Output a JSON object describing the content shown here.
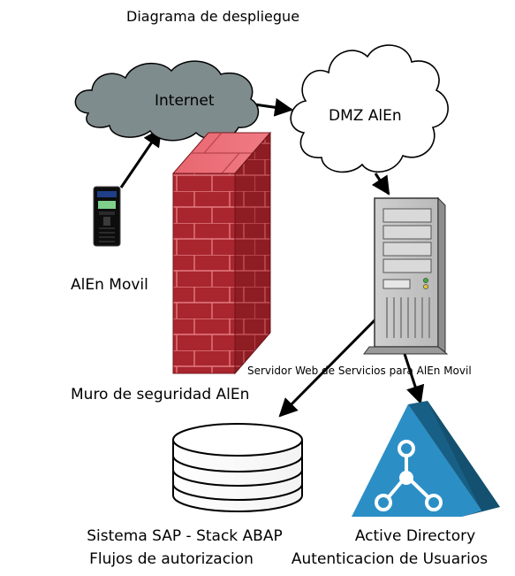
{
  "title": "Diagrama de despliegue",
  "nodes": {
    "internet": {
      "label": "Internet",
      "icon": "cloud-icon",
      "color": "#7f8c8d"
    },
    "dmz": {
      "label": "DMZ AlEn",
      "icon": "cloud-outline-icon"
    },
    "mobile": {
      "label": "AlEn Movil",
      "icon": "mobile-device-icon"
    },
    "firewall": {
      "label": "Muro de seguridad AlEn",
      "icon": "brick-wall-icon",
      "color": "#a3282f"
    },
    "web_server": {
      "label": "Servidor Web de Servicios para AlEn Movil",
      "icon": "server-tower-icon"
    },
    "sap": {
      "label_line1": "Sistema SAP - Stack ABAP",
      "label_line2": "Flujos de autorizacion",
      "icon": "database-icon"
    },
    "active_directory": {
      "label_line1": "Active Directory",
      "label_line2": "Autenticacion de Usuarios",
      "icon": "active-directory-icon",
      "color": "#2b8fc6"
    }
  }
}
